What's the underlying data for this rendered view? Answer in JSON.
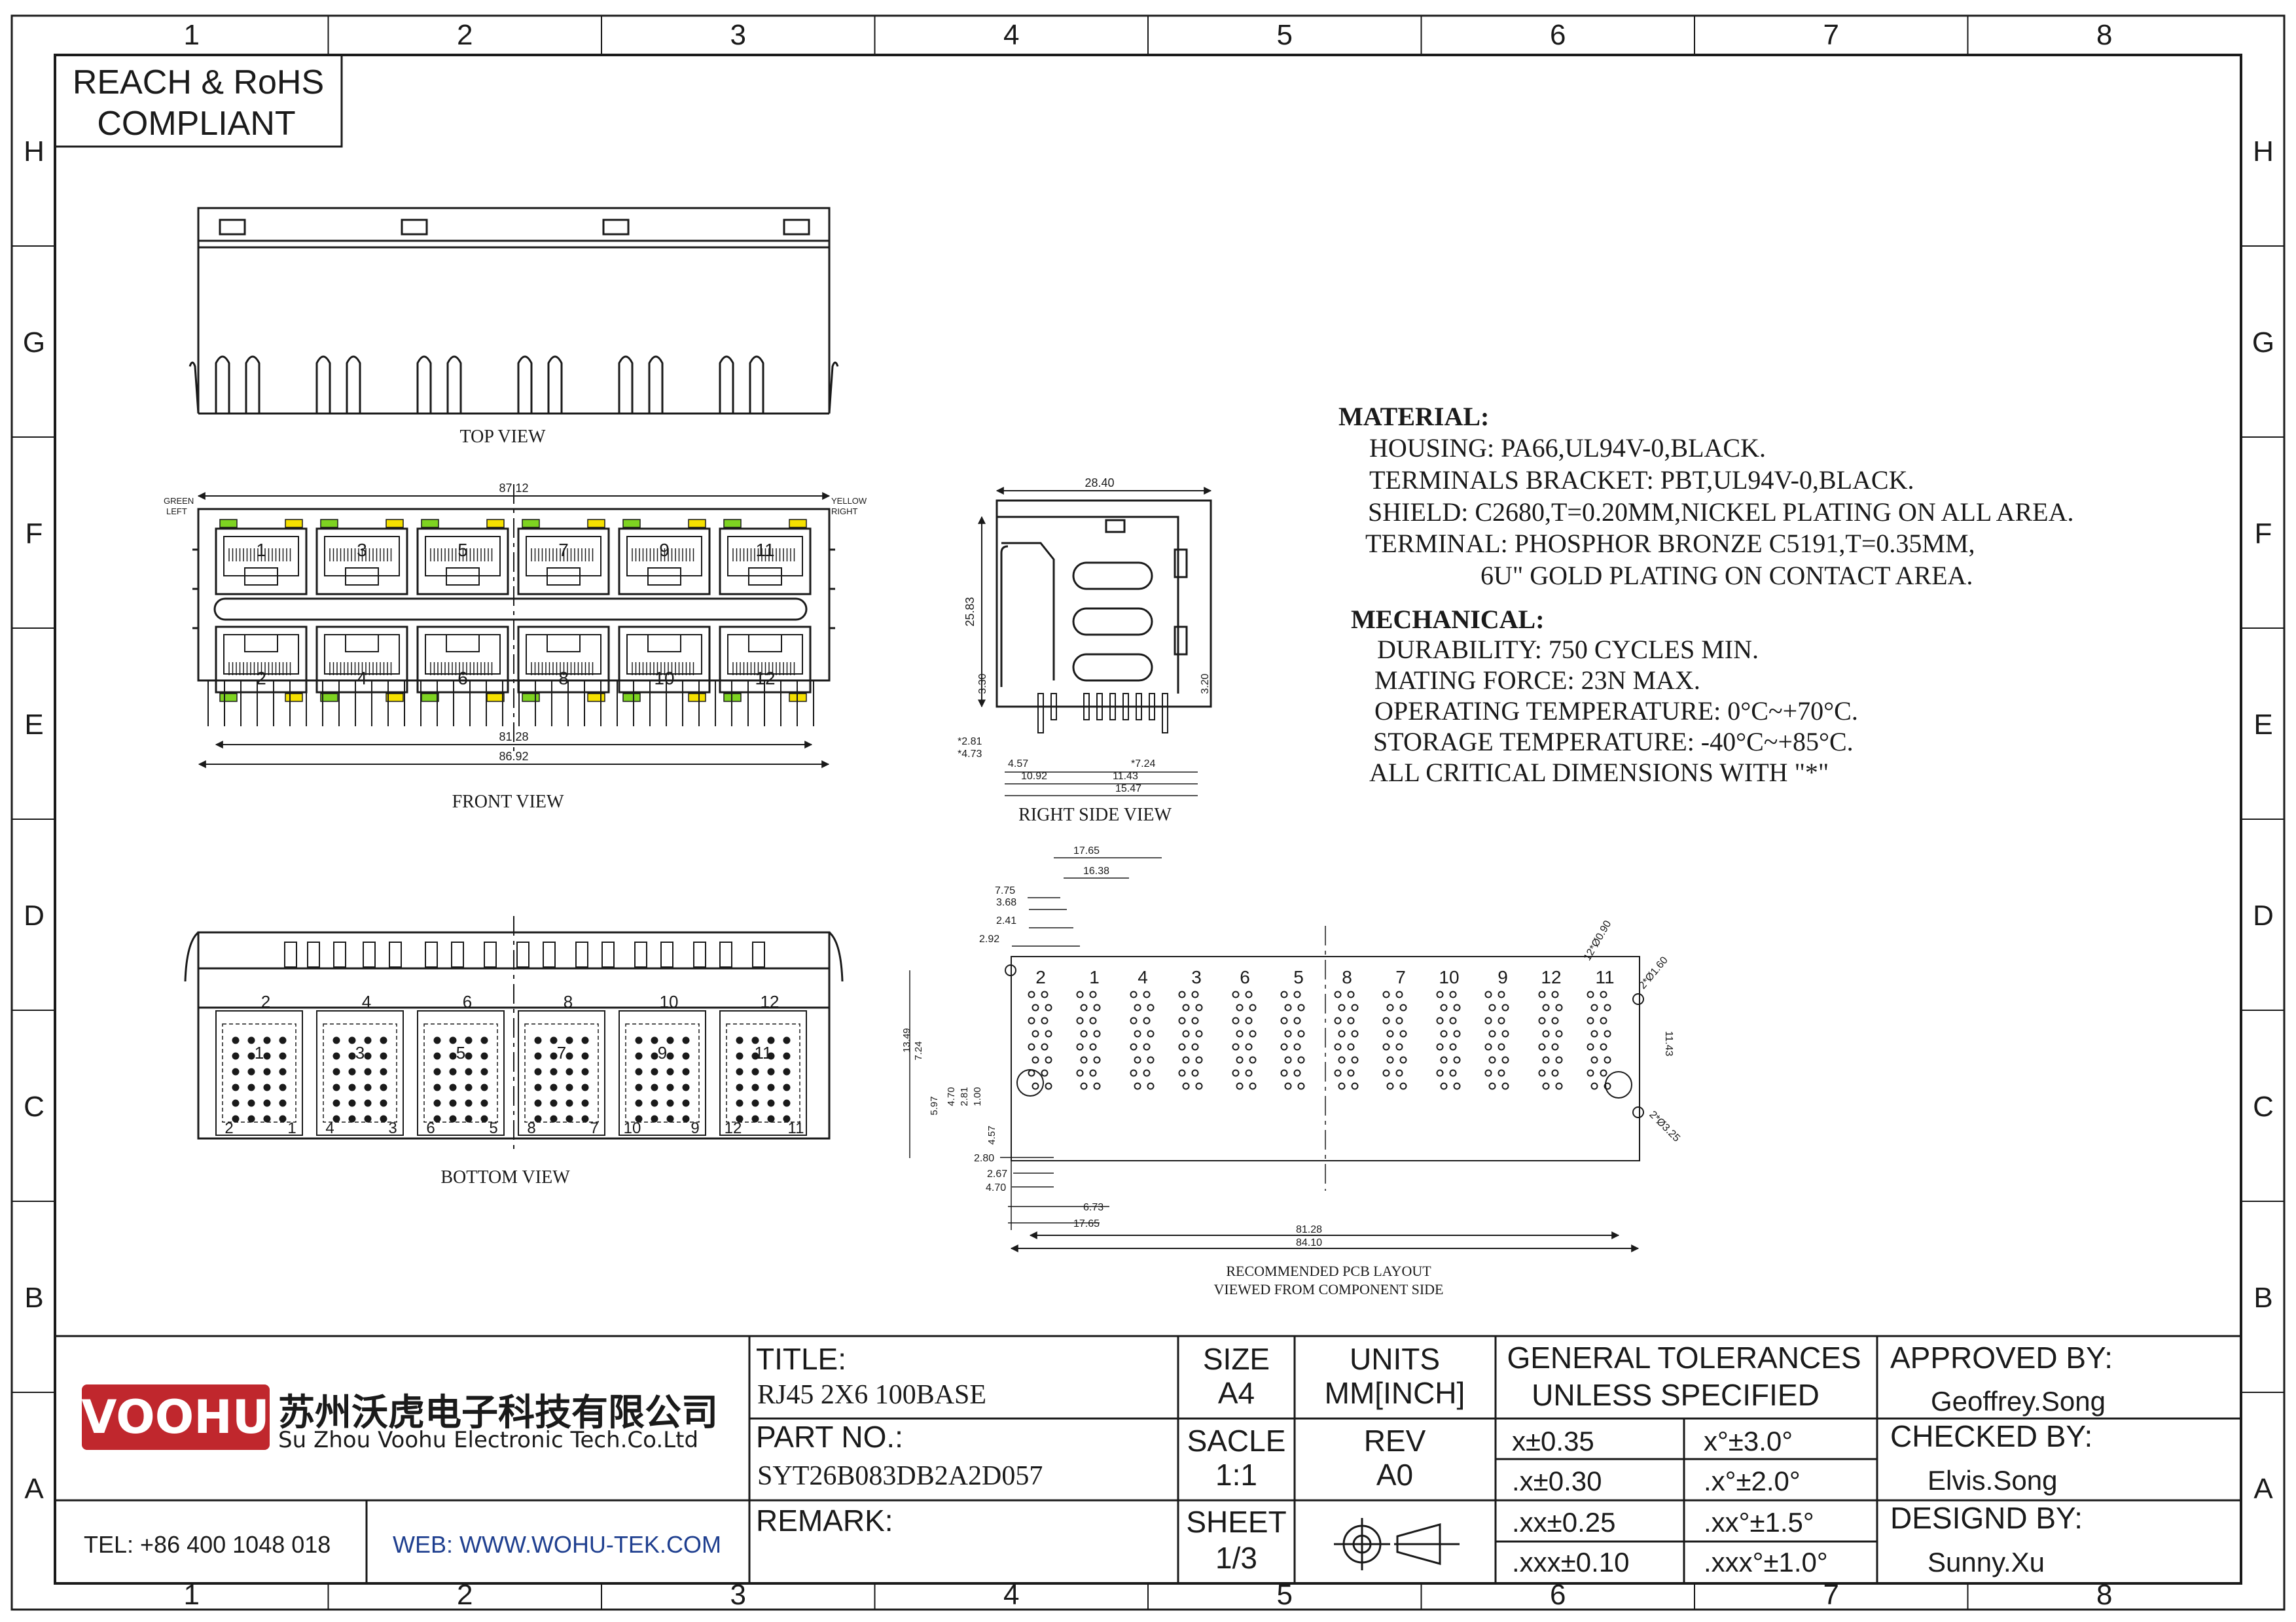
{
  "grid": {
    "columns": [
      "1",
      "2",
      "3",
      "4",
      "5",
      "6",
      "7",
      "8"
    ],
    "rows": [
      "H",
      "G",
      "F",
      "E",
      "D",
      "C",
      "B",
      "A"
    ]
  },
  "compliance": {
    "line1": "REACH & RoHS",
    "line2": "COMPLIANT"
  },
  "views": {
    "top": "TOP VIEW",
    "front": "FRONT VIEW",
    "right_side": "RIGHT SIDE VIEW",
    "bottom": "BOTTOM VIEW",
    "pcb_line1": "RECOMMENDED PCB LAYOUT",
    "pcb_line2": "VIEWED FROM COMPONENT SIDE"
  },
  "led_labels": {
    "green": "GREEN",
    "left": "LEFT",
    "yellow": "YELLOW",
    "right": "RIGHT"
  },
  "port_numbers_top": [
    "1",
    "3",
    "5",
    "7",
    "9",
    "11"
  ],
  "port_numbers_bottom": [
    "2",
    "4",
    "6",
    "8",
    "10",
    "12"
  ],
  "bottom_view_labels": {
    "top": [
      "2",
      "4",
      "6",
      "8",
      "10",
      "12"
    ],
    "left": [
      "1",
      "3",
      "5",
      "7",
      "9",
      "11"
    ],
    "corner_left": [
      "2",
      "4",
      "6",
      "8",
      "10",
      "12"
    ],
    "corner_right": [
      "1",
      "3",
      "5",
      "7",
      "9",
      "11"
    ]
  },
  "pcb_port_pairs": [
    [
      "2",
      "1"
    ],
    [
      "4",
      "3"
    ],
    [
      "6",
      "5"
    ],
    [
      "8",
      "7"
    ],
    [
      "10",
      "9"
    ],
    [
      "12",
      "11"
    ]
  ],
  "dimensions": {
    "front": {
      "top": "87.12",
      "bottom_inner": "81.28",
      "bottom_outer": "86.92"
    },
    "side": {
      "top": "28.40",
      "height": "25.83",
      "left_low": "3.30",
      "right_low": "3.20",
      "d281": "*2.81",
      "d473": "*4.73",
      "d457": "4.57",
      "d1092": "10.92",
      "d724": "*7.24",
      "d1143": "11.43",
      "d1547": "15.47"
    },
    "pcb": {
      "top_stack": [
        "17.65",
        "16.38",
        "7.75",
        "3.68",
        "2.41",
        "2.92"
      ],
      "left_vert": [
        "13.49",
        "7.24",
        "5.97",
        "4.70",
        "2.81",
        "1.00",
        "4.57"
      ],
      "bottom_stack": [
        "2.80",
        "2.67",
        "4.70",
        "6.73",
        "17.65"
      ],
      "overall": [
        "81.28",
        "84.10"
      ],
      "holes": [
        "12*Ø0.90",
        "2*Ø1.60",
        "11.43",
        "2*Ø3.25"
      ]
    }
  },
  "material": {
    "heading": "MATERIAL:",
    "lines": [
      "HOUSING: PA66,UL94V-0,BLACK.",
      "TERMINALS BRACKET: PBT,UL94V-0,BLACK.",
      "SHIELD: C2680,T=0.20MM,NICKEL PLATING ON ALL AREA.",
      "TERMINAL: PHOSPHOR BRONZE C5191,T=0.35MM,",
      "6U\" GOLD PLATING ON CONTACT AREA."
    ]
  },
  "mechanical": {
    "heading": "MECHANICAL:",
    "lines": [
      "DURABILITY: 750 CYCLES MIN.",
      "MATING FORCE: 23N MAX.",
      "OPERATING TEMPERATURE: 0°C~+70°C.",
      "STORAGE TEMPERATURE: -40°C~+85°C.",
      "ALL CRITICAL DIMENSIONS WITH \"*\""
    ]
  },
  "title_block": {
    "logo_text": "VOOHU",
    "company_cn": "苏州沃虎电子科技有限公司",
    "company_en": "Su Zhou Voohu Electronic Tech.Co.Ltd",
    "tel": "TEL: +86 400 1048 018",
    "web": "WEB: WWW.WOHU-TEK.COM",
    "title_label": "TITLE:",
    "title_value": "RJ45 2X6 100BASE",
    "part_label": "PART NO.:",
    "part_value": "SYT26B083DB2A2D057",
    "remark_label": "REMARK:",
    "size_label": "SIZE",
    "size_value": "A4",
    "units_label": "UNITS",
    "units_value": "MM[INCH]",
    "scale_label": "SACLE",
    "scale_value": "1:1",
    "rev_label": "REV",
    "rev_value": "A0",
    "sheet_label": "SHEET",
    "sheet_value": "1/3",
    "tol_heading1": "GENERAL TOLERANCES",
    "tol_heading2": "UNLESS SPECIFIED",
    "tolerances": [
      [
        "x±0.35",
        "x°±3.0°"
      ],
      [
        ".x±0.30",
        ".x°±2.0°"
      ],
      [
        ".xx±0.25",
        ".xx°±1.5°"
      ],
      [
        ".xxx±0.10",
        ".xxx°±1.0°"
      ]
    ],
    "approved_label": "APPROVED BY:",
    "approved_value": "Geoffrey.Song",
    "checked_label": "CHECKED BY:",
    "checked_value": "Elvis.Song",
    "designed_label": "DESIGND BY:",
    "designed_value": "Sunny.Xu"
  },
  "colors": {
    "ink": "#1a1a1a",
    "logo_red": "#c0272d",
    "led_green": "#7ed321",
    "led_yellow": "#f5e000",
    "web_blue": "#1f3f8f"
  }
}
